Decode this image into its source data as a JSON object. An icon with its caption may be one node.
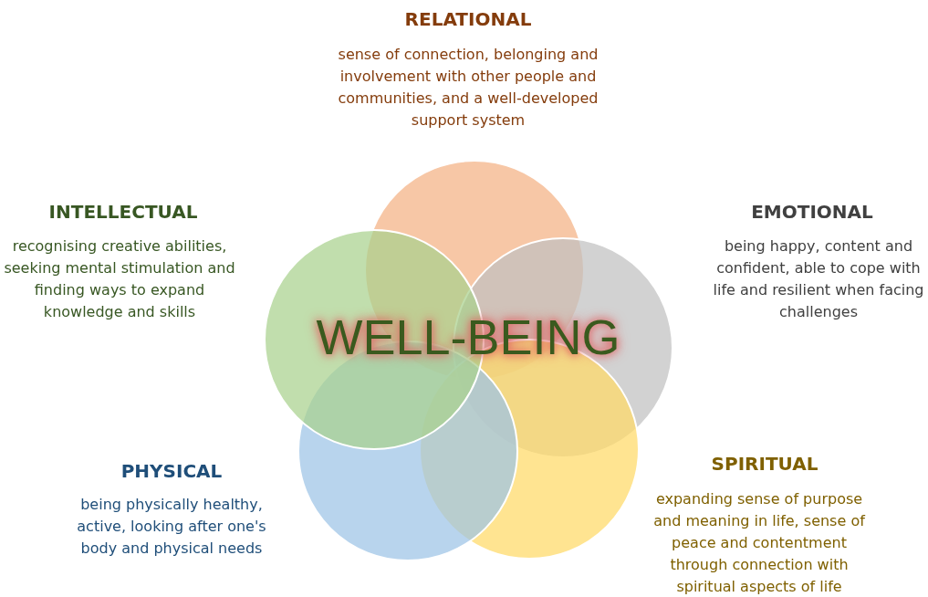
{
  "diagram": {
    "labels": [
      "RELATIONAL",
      "sense of connection, belonging and involvement with other people and communities, and a well-developed support system",
      "INTELLECTUAL",
      "recognising creative abilities, seeking mental stimulation and finding ways to expand knowledge and skills",
      "EMOTIONAL",
      "being happy, content and confident, able to cope with life and resilient when facing challenges",
      "WELL-BEING",
      "PHYSICAL",
      "being physically healthy, active, looking after one's body and physical needs",
      "SPIRITUAL",
      "expanding sense of purpose and meaning in life, sense of peace and contentment through connection with spiritual aspects of life"
    ]
  }
}
